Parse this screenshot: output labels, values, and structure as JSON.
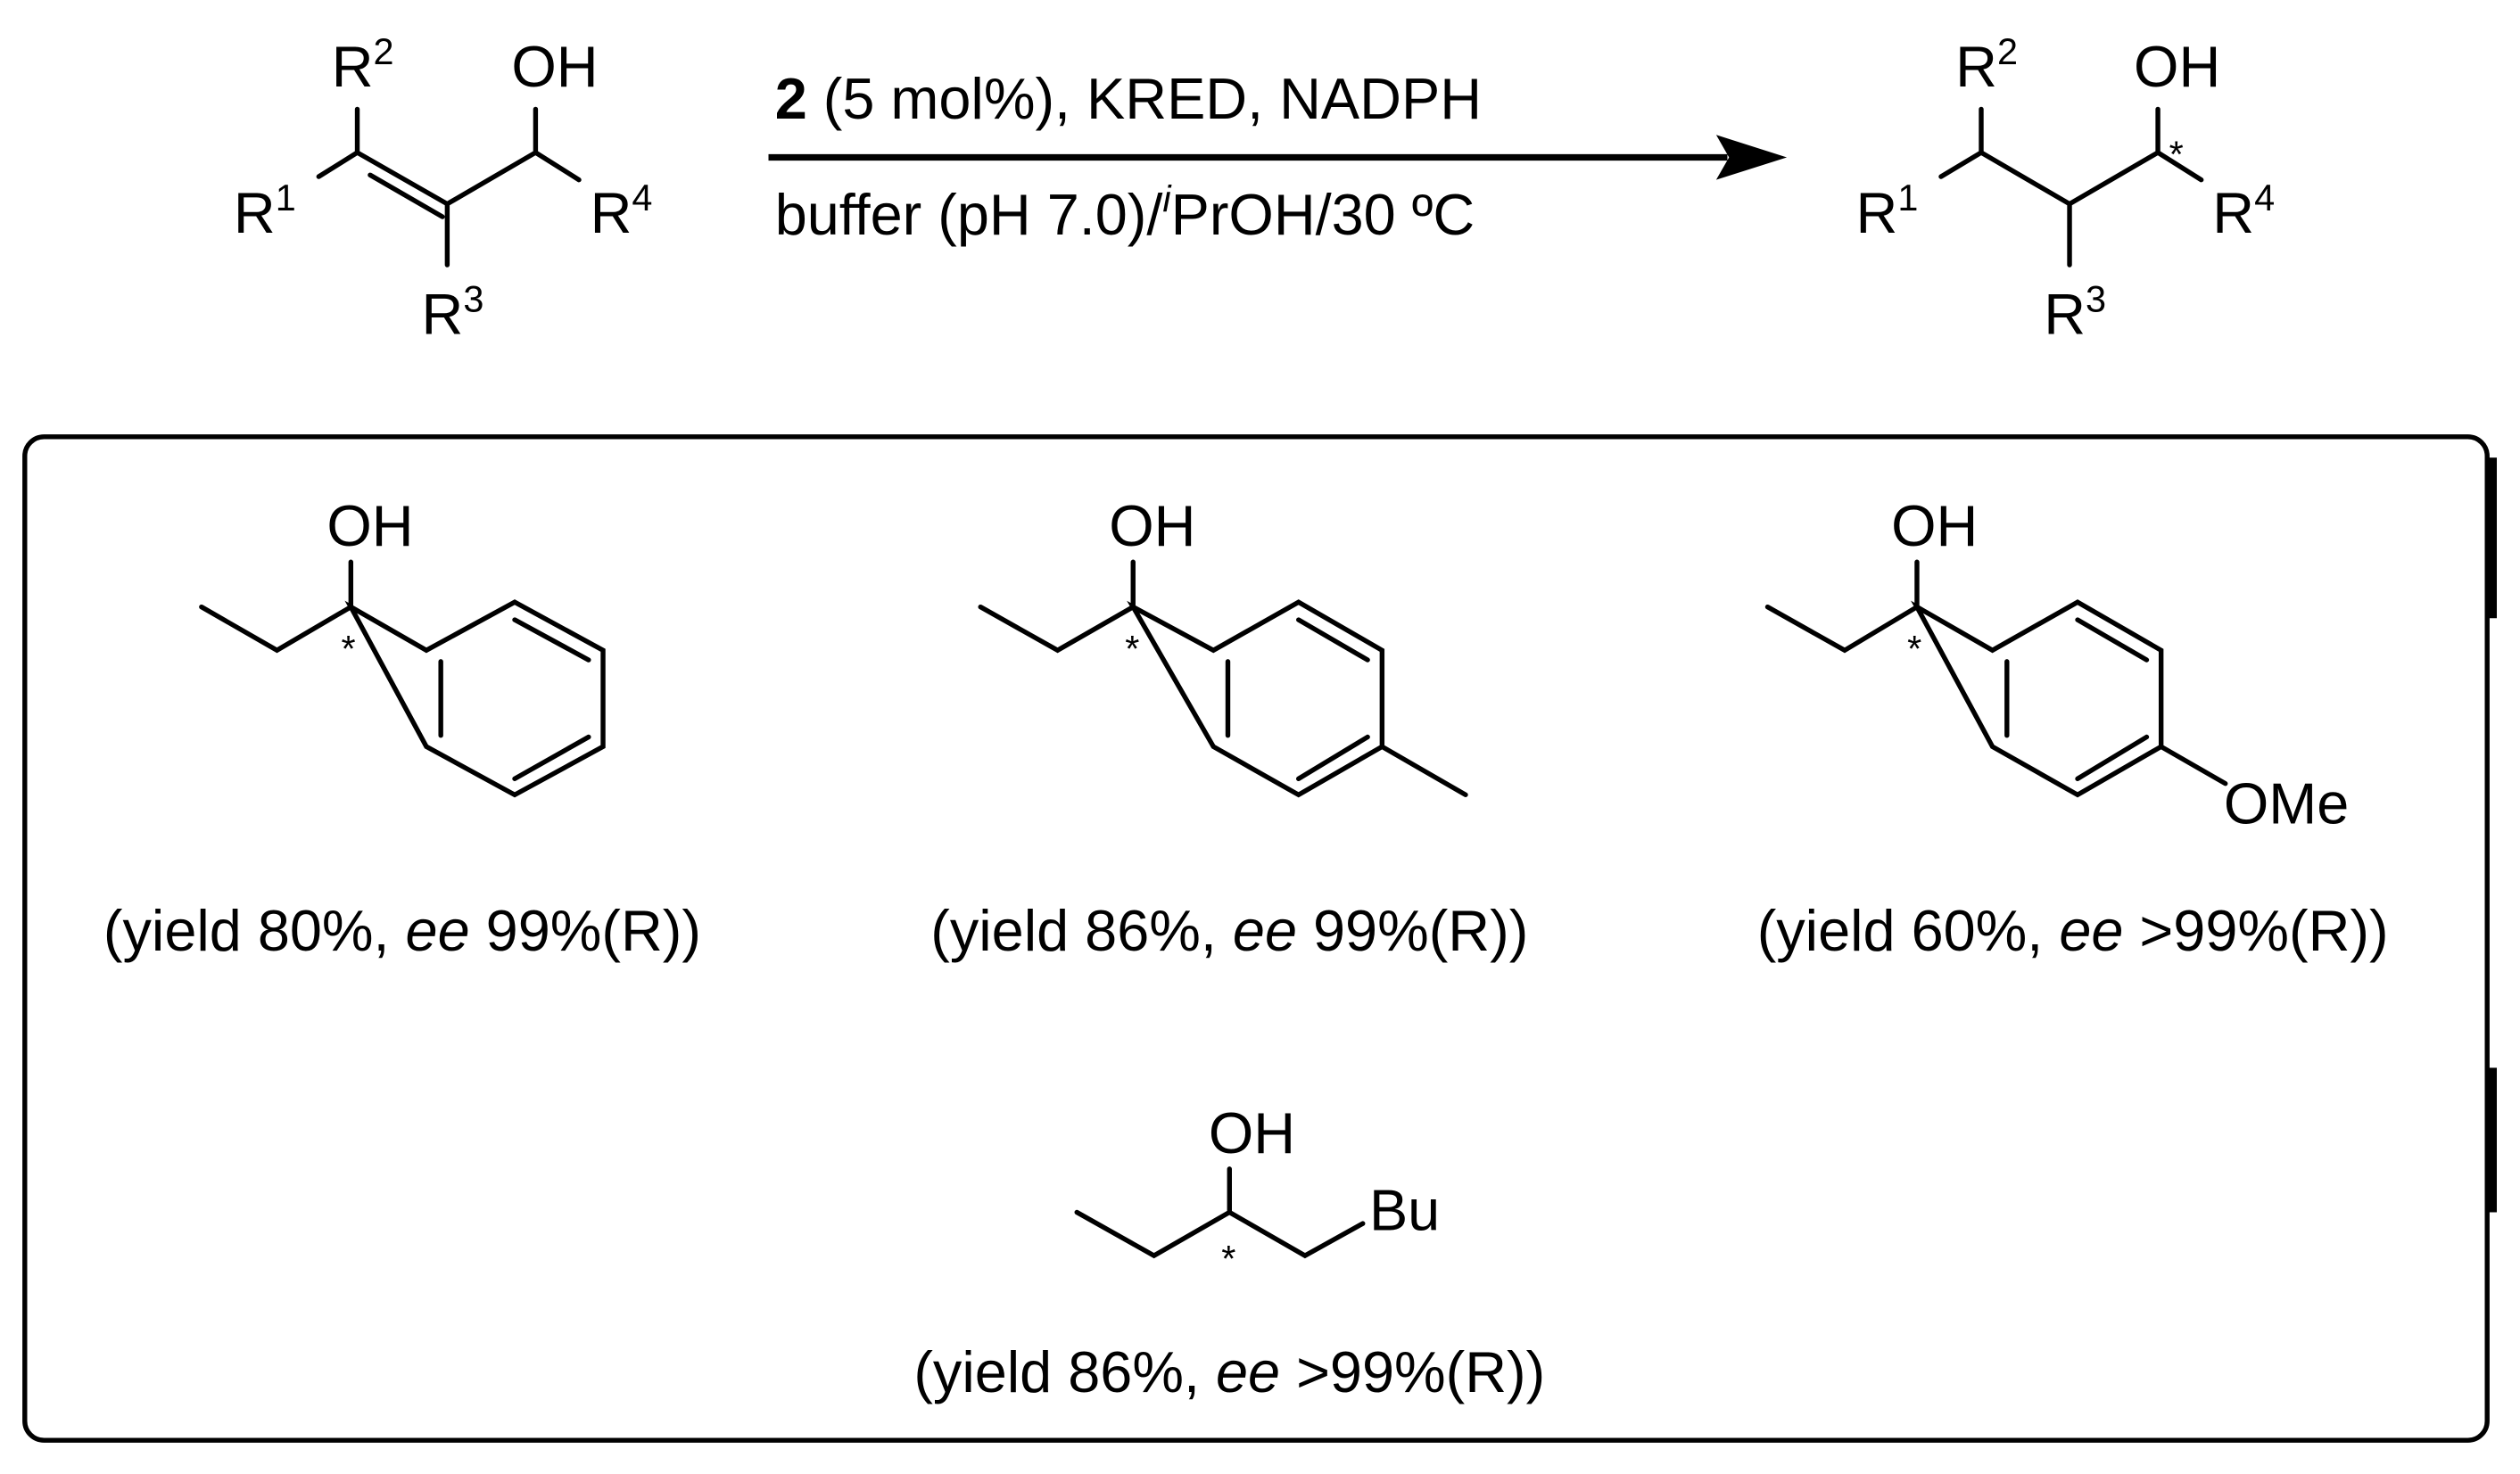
{
  "reaction": {
    "conditions_top": {
      "catalyst": "2",
      "rest": " (5 mol%), KRED, NADPH"
    },
    "conditions_bottom": {
      "pre": "buffer (pH 7.0)/",
      "iso": "i",
      "post": "PrOH/30 ºC"
    },
    "reactant": {
      "r1": "R",
      "r1_sup": "1",
      "r2": "R",
      "r2_sup": "2",
      "r3": "R",
      "r3_sup": "3",
      "r4": "R",
      "r4_sup": "4",
      "oh": "OH"
    },
    "product": {
      "r1": "R",
      "r1_sup": "1",
      "r2": "R",
      "r2_sup": "2",
      "r3": "R",
      "r3_sup": "3",
      "r4": "R",
      "r4_sup": "4",
      "oh": "OH",
      "stereo": "*"
    }
  },
  "examples": [
    {
      "oh": "OH",
      "stereo": "*",
      "substituent": "",
      "cap_pre": "(yield 80%, ",
      "cap_ee": "ee",
      "cap_post": " 99%(R))"
    },
    {
      "oh": "OH",
      "stereo": "*",
      "substituent": "",
      "cap_pre": "(yield 86%, ",
      "cap_ee": "ee",
      "cap_post": " 99%(R))"
    },
    {
      "oh": "OH",
      "stereo": "*",
      "substituent": "OMe",
      "cap_pre": "(yield 60%, ",
      "cap_ee": "ee",
      "cap_post": " >99%(R))"
    },
    {
      "oh": "OH",
      "stereo": "*",
      "substituent": "Bu",
      "cap_pre": "(yield 86%, ",
      "cap_ee": "ee",
      "cap_post": " >99%(R))"
    }
  ]
}
